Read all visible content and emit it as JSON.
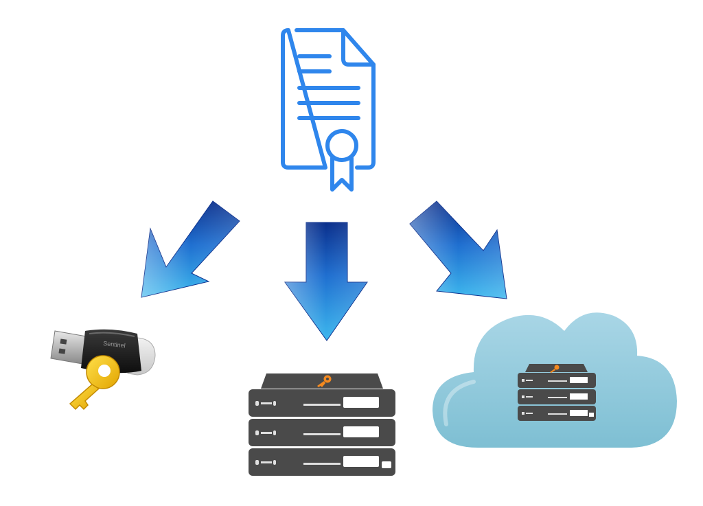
{
  "diagram": {
    "source": {
      "icon": "license-certificate-icon",
      "color": "#2f86ec"
    },
    "targets": [
      {
        "icon": "usb-dongle-key-icon",
        "stamp_text": "Sentinel"
      },
      {
        "icon": "on-premise-server-icon"
      },
      {
        "icon": "cloud-server-icon",
        "cloud_color": "#8ec5d8"
      }
    ],
    "arrows": [
      {
        "direction": "down-left"
      },
      {
        "direction": "down"
      },
      {
        "direction": "down-right"
      }
    ],
    "colors": {
      "arrow_dark": "#0a2f8c",
      "arrow_light": "#3db8ee",
      "rack": "#4a4a4a",
      "key_orange": "#f58a1f",
      "key_gold": "#f4c00b"
    }
  }
}
